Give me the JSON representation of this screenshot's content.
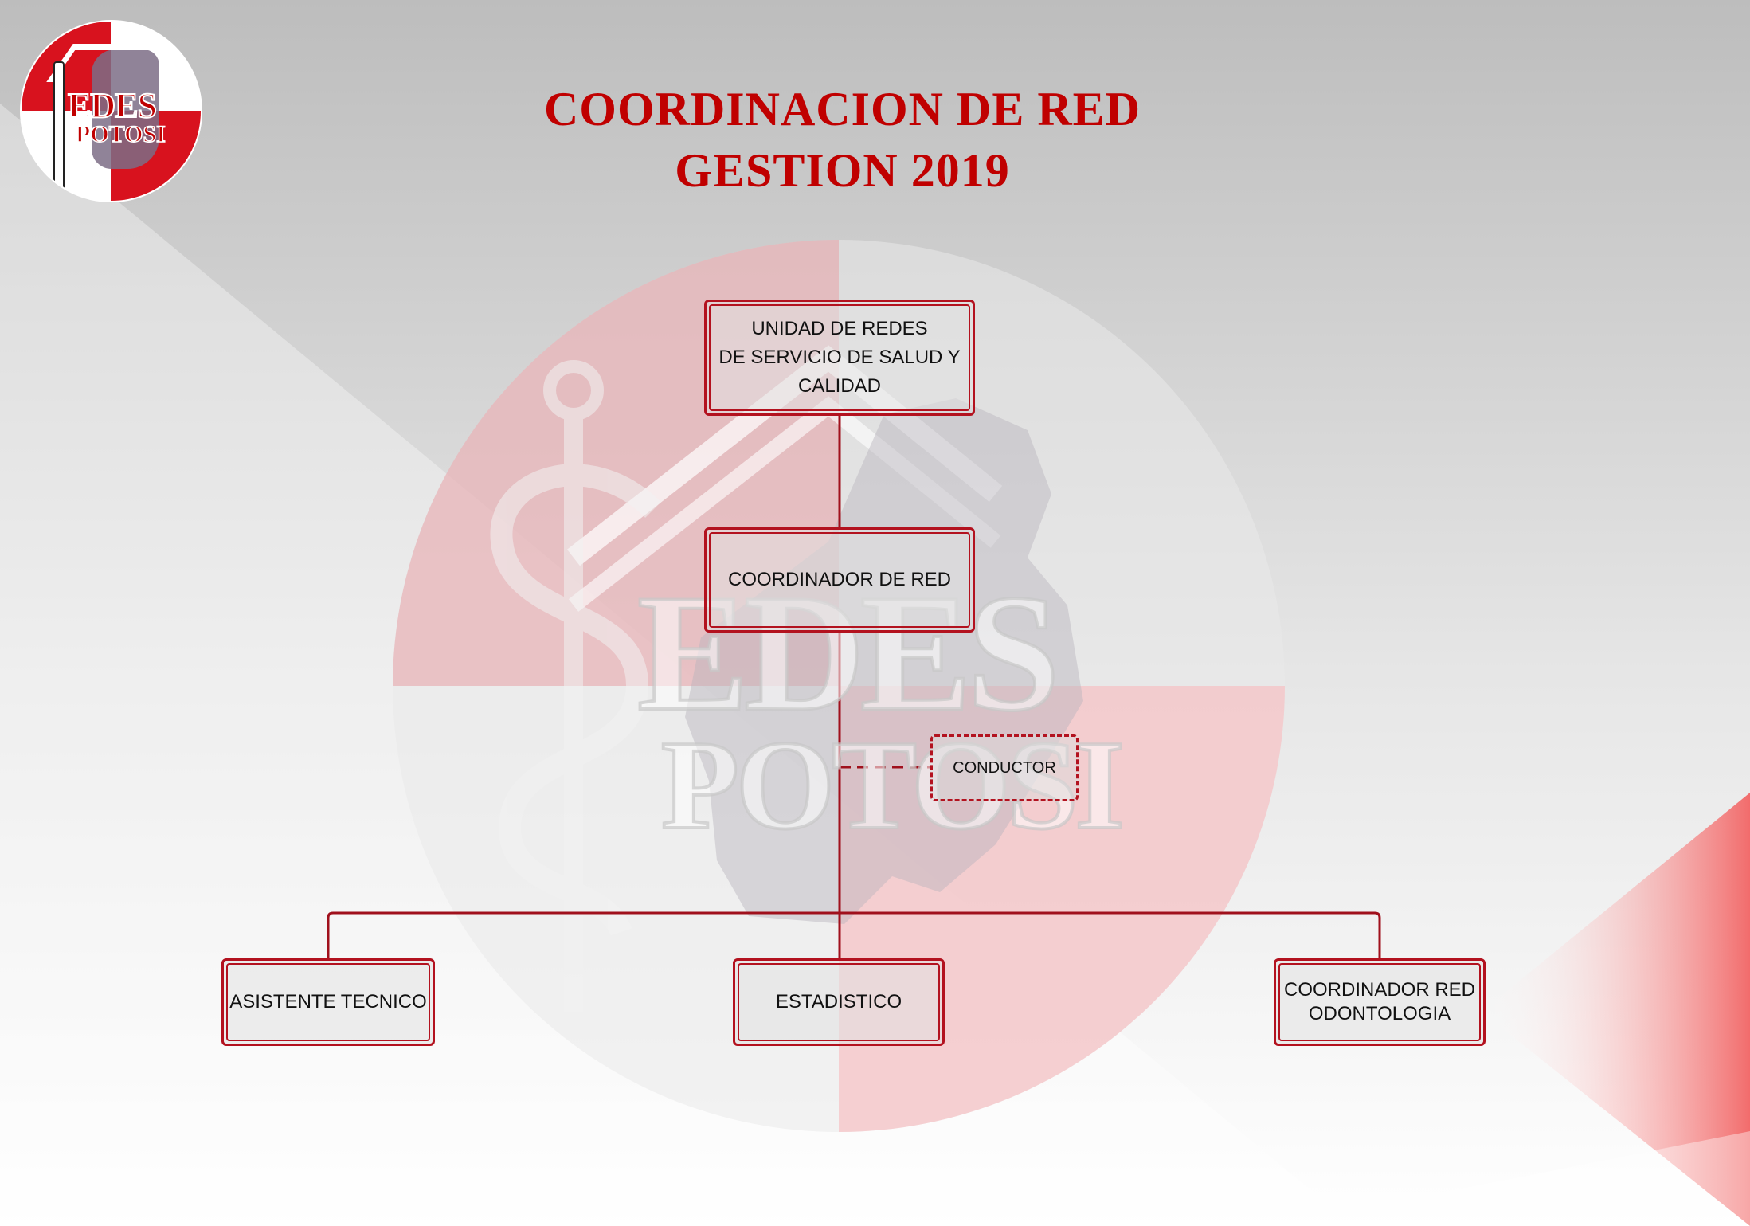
{
  "logo": {
    "line1": "EDES",
    "line2": "POTOSI"
  },
  "title": {
    "line1": "COORDINACION DE RED",
    "line2": "GESTION 2019"
  },
  "watermark": {
    "line1": "EDES",
    "line2": "POTOSI"
  },
  "org_chart": {
    "root": "UNIDAD DE REDES\nDE SERVICIO DE SALUD Y\nCALIDAD",
    "coordinator": "COORDINADOR DE RED",
    "staff": "CONDUCTOR",
    "subordinates": [
      {
        "label": "ASISTENTE TECNICO"
      },
      {
        "label": "ESTADISTICO"
      },
      {
        "label": "COORDINADOR RED\nODONTOLOGIA"
      }
    ]
  },
  "colors": {
    "brand_red": "#c00000",
    "box_border": "#b3121f",
    "line": "#a0101c"
  }
}
